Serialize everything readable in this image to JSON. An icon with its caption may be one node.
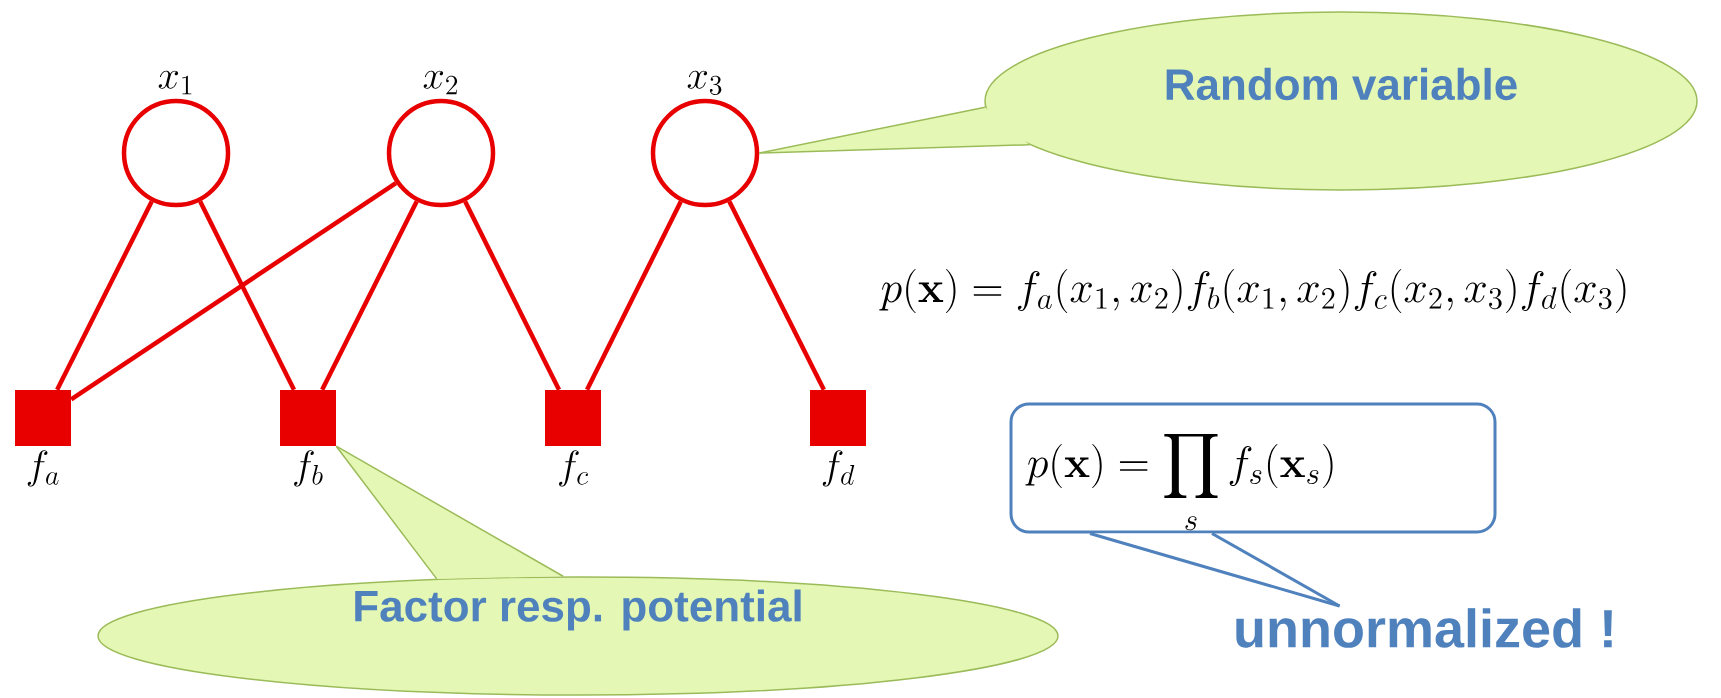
{
  "diagram": {
    "nodes": [
      {
        "text": [
          "x_1"
        ]
      },
      {
        "text": [
          "x_2"
        ]
      },
      {
        "text": [
          "x_3"
        ]
      },
      {
        "text": [
          "f_a"
        ]
      },
      {
        "text": [
          "f_b"
        ]
      },
      {
        "text": [
          "f_c"
        ]
      },
      {
        "text": [
          "f_d"
        ]
      },
      {
        "text": [
          "Random variable"
        ]
      },
      {
        "text": [
          "Factor resp. potential"
        ]
      },
      {
        "text": [
          "p(\\mathbf{x}) = \\prod_s f_s(\\mathbf{x}_s)"
        ]
      },
      {
        "text": [
          "unnormalized !"
        ]
      }
    ],
    "edges": [
      {
        "from": 0,
        "to": 3,
        "arrow": "none"
      },
      {
        "from": 0,
        "to": 4,
        "arrow": "none"
      },
      {
        "from": 1,
        "to": 3,
        "arrow": "none"
      },
      {
        "from": 1,
        "to": 4,
        "arrow": "none"
      },
      {
        "from": 1,
        "to": 5,
        "arrow": "none"
      },
      {
        "from": 2,
        "to": 5,
        "arrow": "none"
      },
      {
        "from": 2,
        "to": 6,
        "arrow": "none"
      },
      {
        "from": 7,
        "to": 2,
        "arrow": "none",
        "color": "#9bbb59"
      },
      {
        "from": 8,
        "to": 4,
        "arrow": "none",
        "color": "#9bbb59"
      },
      {
        "from": 9,
        "to": 10,
        "arrow": "none",
        "color": "#4f81bd"
      }
    ],
    "labels": [
      "p(\\mathbf{x}) = f_a(x_1,x_2)f_b(x_1,x_2)f_c(x_2,x_3)f_d(x_3)"
    ]
  }
}
